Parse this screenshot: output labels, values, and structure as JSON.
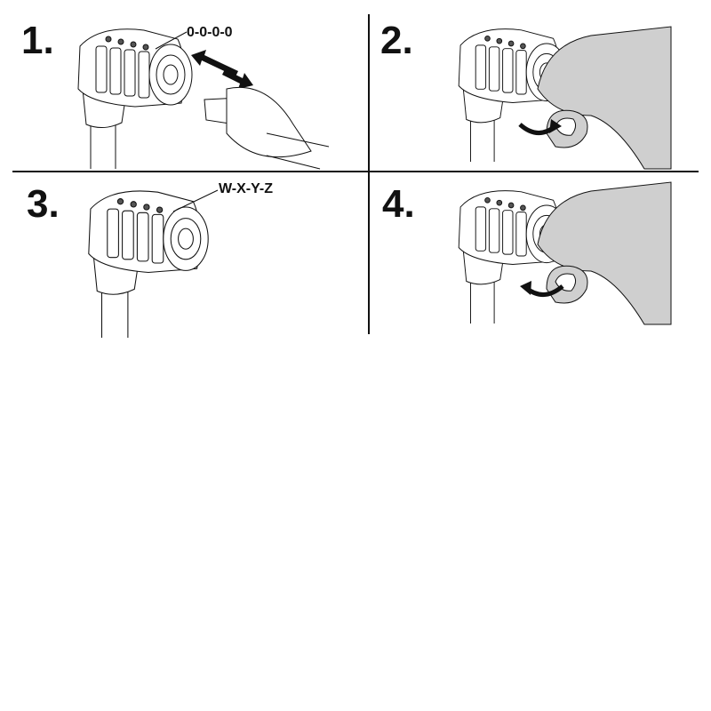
{
  "steps": [
    {
      "number": "1.",
      "code_label": "0-0-0-0"
    },
    {
      "number": "2."
    },
    {
      "number": "3.",
      "code_label": "W-X-Y-Z"
    },
    {
      "number": "4."
    }
  ],
  "colors": {
    "ink": "#111111",
    "finger": "#cfcfcf",
    "dial": "#555555"
  }
}
